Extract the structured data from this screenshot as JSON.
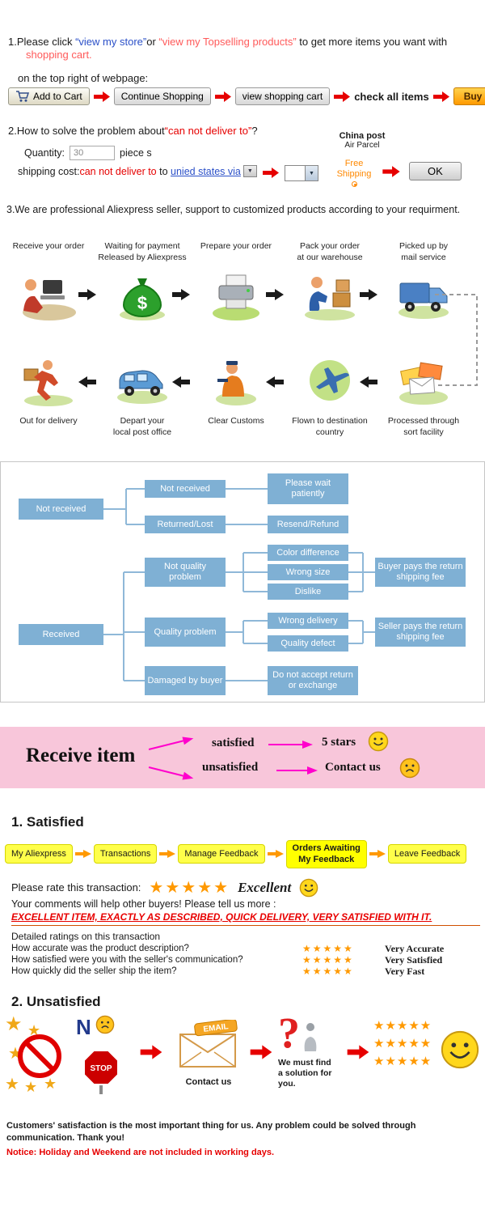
{
  "glyphs": {
    "star": "★",
    "caret": "▼",
    "dollar": "$"
  },
  "sec1": {
    "l1a": "1.Please click ",
    "link_store": "“view my store”",
    "l1b": "or ",
    "link_topselling": "“view my Topselling products”",
    "l1c": " to get more items you want with",
    "l2": "shopping cart.",
    "l3": "on the top right of webpage:",
    "add_to_cart": "Add to Cart",
    "continue_shopping": "Continue Shopping",
    "view_cart": "view shopping cart",
    "check_all": "check all items",
    "buy_now": "Buy now"
  },
  "sec2": {
    "q_black1": "2.How to solve the problem about",
    "q_red": "“can not deliver to”",
    "q_black2": "?",
    "quantity_label": "Quantity:",
    "quantity_value": "30",
    "quantity_unit": "piece s",
    "china_post": "China post",
    "air_parcel": "Air Parcel",
    "ship_label": "shipping cost:",
    "ship_red": "can not deliver to",
    "ship_link": "unied states via",
    "free_line1": "Free",
    "free_line2": "Shipping",
    "ok_label": "OK"
  },
  "sec3": {
    "text": "3.We are professional Aliexpress seller, support to customized products according to your requirment."
  },
  "process": {
    "top": [
      {
        "l1": "Receive your order",
        "l2": ""
      },
      {
        "l1": "Waiting for payment",
        "l2": "Released by Aliexpress"
      },
      {
        "l1": "Prepare your order",
        "l2": ""
      },
      {
        "l1": "Pack your order",
        "l2": "at our warehouse"
      },
      {
        "l1": "Picked up by",
        "l2": "mail service"
      }
    ],
    "bottom": [
      {
        "l1": "Out for delivery",
        "l2": ""
      },
      {
        "l1": "Depart your",
        "l2": "local post office"
      },
      {
        "l1": "Clear Customs",
        "l2": ""
      },
      {
        "l1": "Flown to destination",
        "l2": "country"
      },
      {
        "l1": "Processed through",
        "l2": "sort facility"
      }
    ]
  },
  "flow": {
    "not_received_root": "Not received",
    "not_received": "Not received",
    "please_wait": "Please wait patiently",
    "returned_lost": "Returned/Lost",
    "resend_refund": "Resend/Refund",
    "received_root": "Received",
    "not_quality": "Not quality problem",
    "color_difference": "Color difference",
    "wrong_size": "Wrong size",
    "dislike": "Dislike",
    "buyer_pays": "Buyer pays the return shipping fee",
    "quality_problem": "Quality problem",
    "wrong_delivery": "Wrong delivery",
    "quality_defect": "Quality defect",
    "seller_pays": "Seller pays the return shipping fee",
    "damaged_by_buyer": "Damaged by buyer",
    "do_not_accept": "Do not accept return or exchange"
  },
  "banner": {
    "title": "Receive item",
    "satisfied": "satisfied",
    "five_stars": "5 stars",
    "unsatisfied": "unsatisfied",
    "contact_us": "Contact us"
  },
  "satisfied": {
    "heading": "1. Satisfied",
    "step1": "My Aliexpress",
    "step2": "Transactions",
    "step3": "Manage Feedback",
    "step4_l1": "Orders Awaiting",
    "step4_l2": "My Feedback",
    "step5": "Leave Feedback",
    "rate_label": "Please rate this transaction:",
    "stars": "★★★★★",
    "excellent": "Excellent",
    "comments": "Your comments will help other buyers! Please tell us more :",
    "example": "EXCELLENT ITEM, EXACTLY AS DESCRIBED, QUICK DELIVERY, VERY SATISFIED WITH IT.",
    "detailed": "Detailed ratings on this transaction",
    "q1": "How accurate was the product description?",
    "a1": "Very Accurate",
    "q2": "How satisfied were you with the seller's communication?",
    "a2": "Very Satisfied",
    "q3": "How quickly did the seller ship the item?",
    "a3": "Very Fast"
  },
  "unsatisfied": {
    "heading": "2. Unsatisfied",
    "n_letter": "N",
    "stop_label": "STOP",
    "email_label": "EMAIL",
    "contact_us": "Contact us",
    "question_mark": "?",
    "solution_l1": "We must find",
    "solution_l2": "a solution for",
    "solution_l3": "you.",
    "stars_row": "★★★★★"
  },
  "footer": {
    "line1": "Customers' satisfaction is the most important thing for us. Any problem could be solved through",
    "line2": "communication. Thank you!",
    "notice": "Notice: Holiday and Weekend are not included in working days."
  }
}
